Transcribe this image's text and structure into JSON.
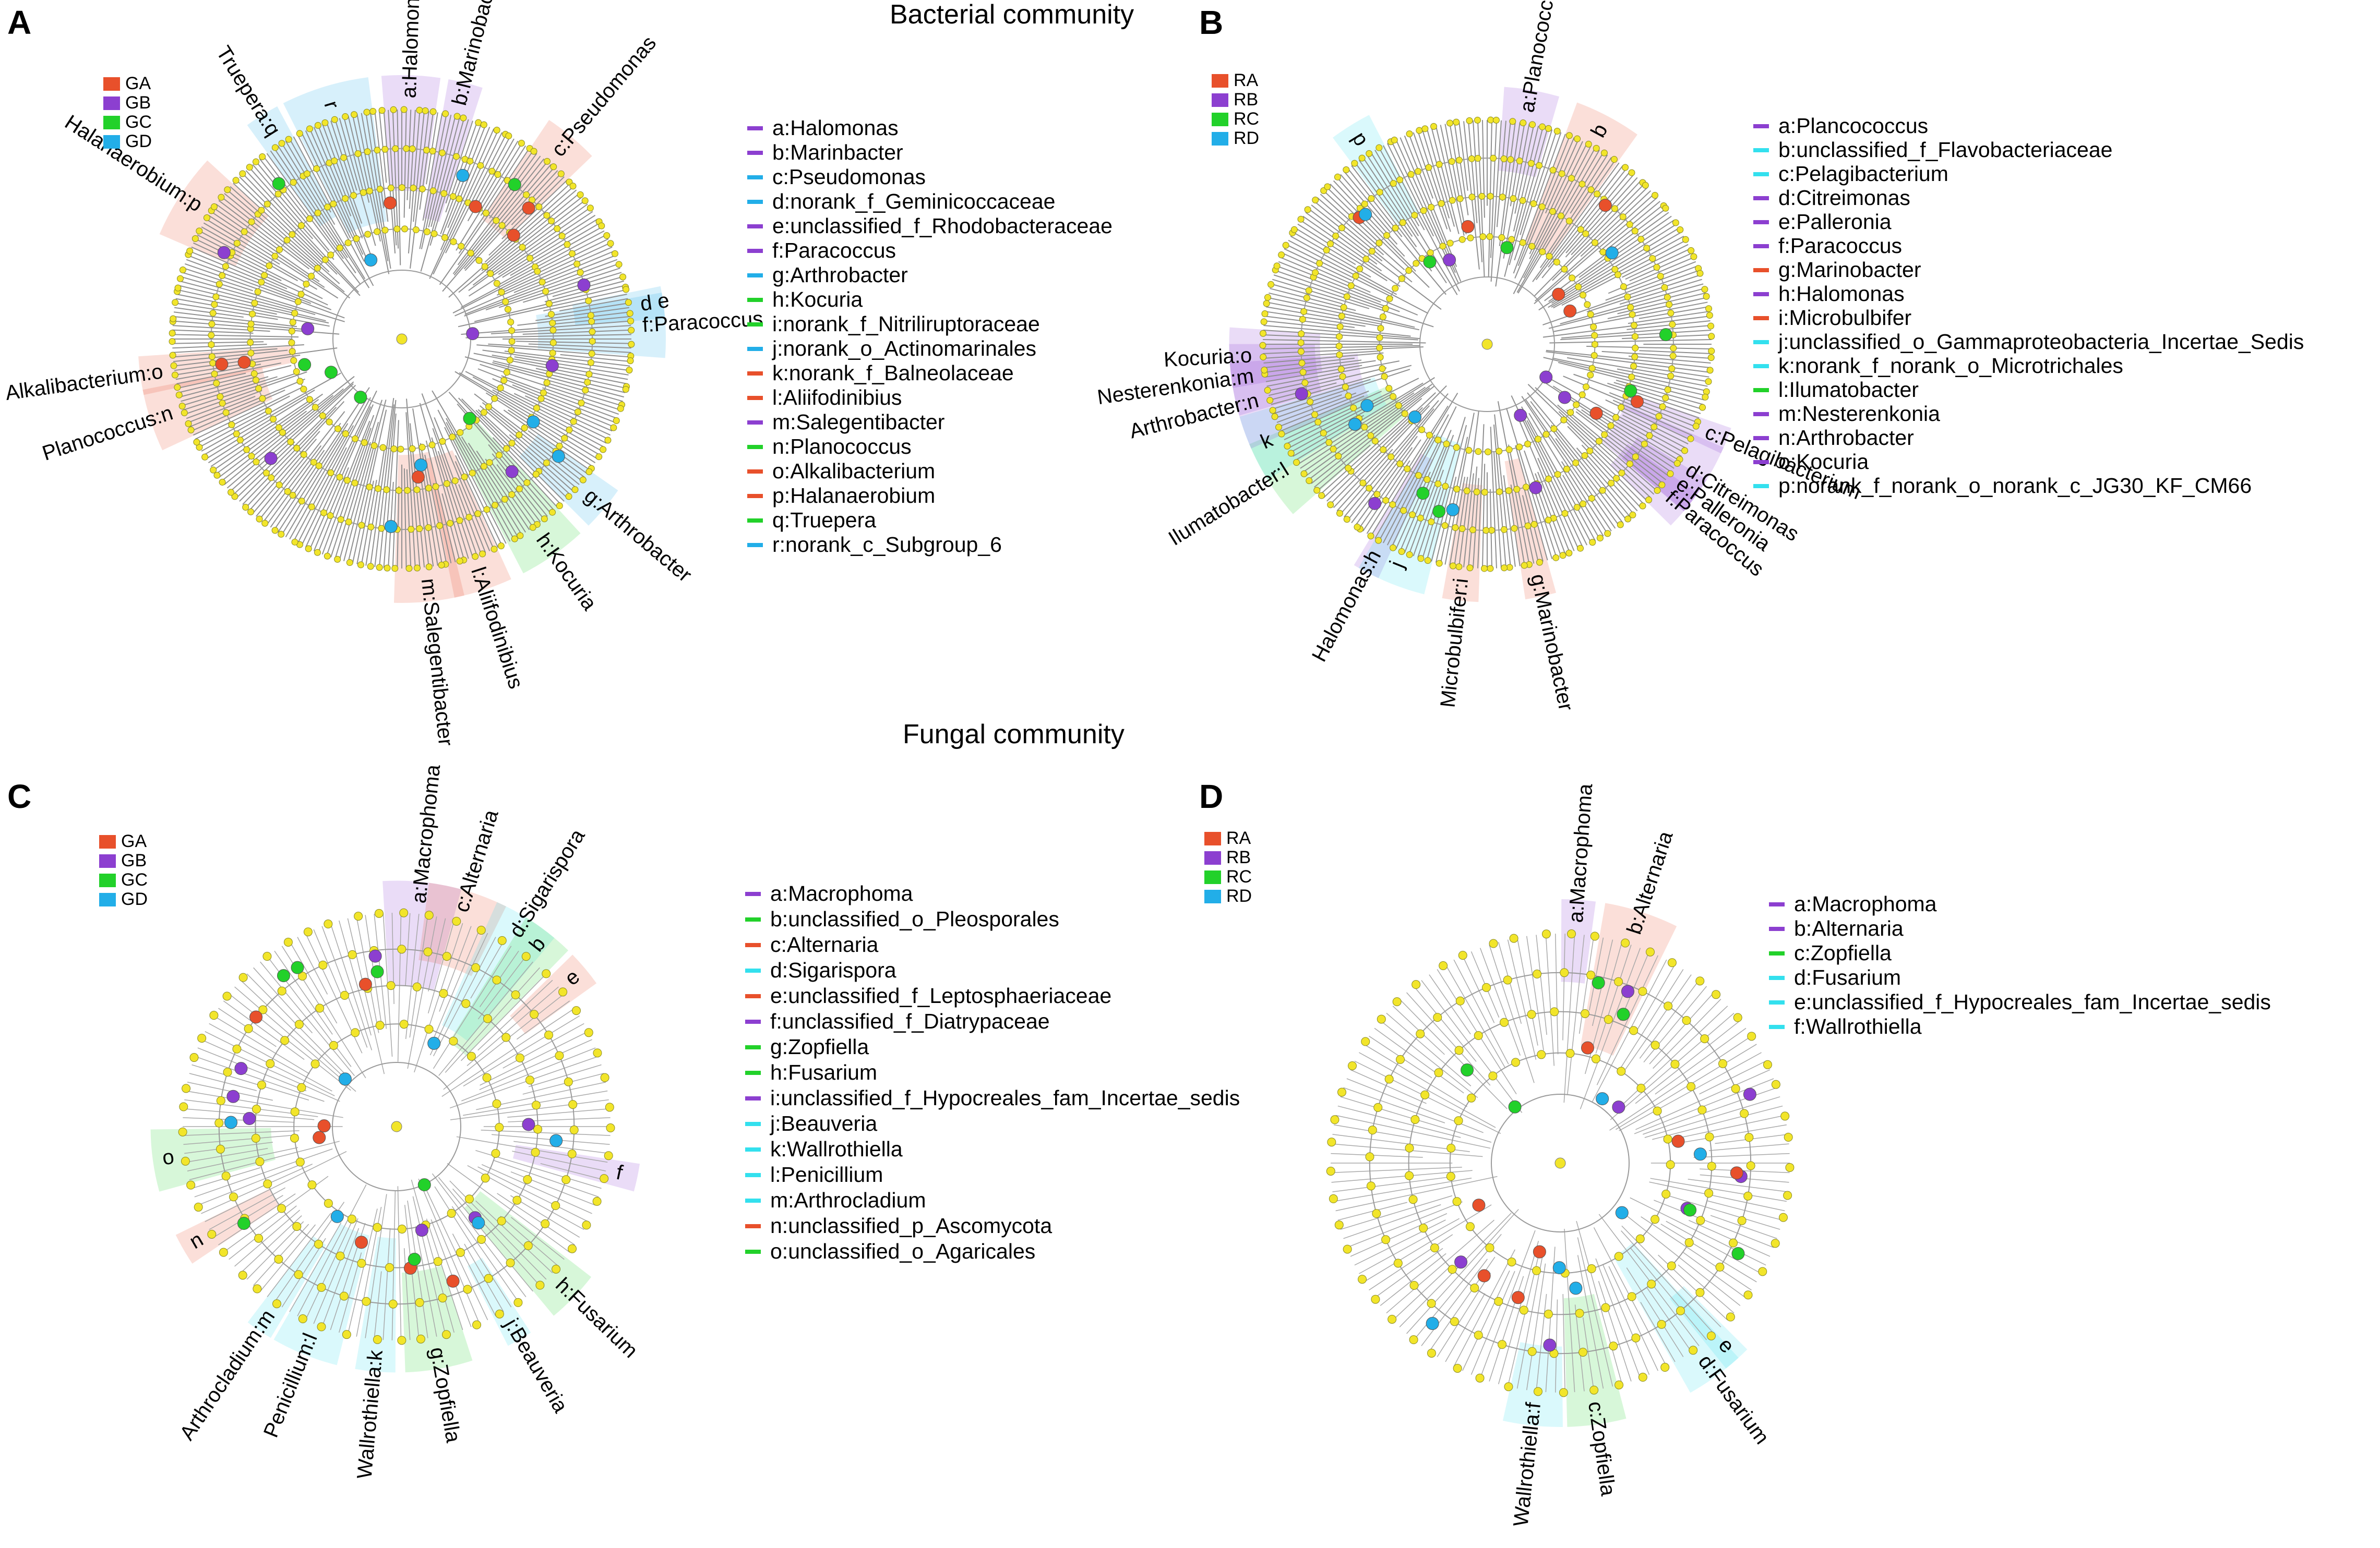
{
  "titles": {
    "bacterial": "Bacterial community",
    "fungal": "Fungal community"
  },
  "panels": [
    {
      "letter": "A",
      "groups": [
        "GA",
        "GB",
        "GC",
        "GD"
      ],
      "group_colors": [
        "#e8502b",
        "#8c3fd0",
        "#22d12a",
        "#22aee8"
      ],
      "keys": [
        {
          "label": "a:Halomonas",
          "color": "#8c3fd0"
        },
        {
          "label": "b:Marinbacter",
          "color": "#8c3fd0"
        },
        {
          "label": "c:Pseudomonas",
          "color": "#22aee8"
        },
        {
          "label": "d:norank_f_Geminicoccaceae",
          "color": "#22aee8"
        },
        {
          "label": "e:unclassified_f_Rhodobacteraceae",
          "color": "#8c3fd0"
        },
        {
          "label": "f:Paracoccus",
          "color": "#8c3fd0"
        },
        {
          "label": "g:Arthrobacter",
          "color": "#22aee8"
        },
        {
          "label": "h:Kocuria",
          "color": "#22d12a"
        },
        {
          "label": "i:norank_f_Nitriliruptoraceae",
          "color": "#22d12a"
        },
        {
          "label": "j:norank_o_Actinomarinales",
          "color": "#22aee8"
        },
        {
          "label": "k:norank_f_Balneolaceae",
          "color": "#e8502b"
        },
        {
          "label": "l:Aliifodinibius",
          "color": "#e8502b"
        },
        {
          "label": "m:Salegentibacter",
          "color": "#8c3fd0"
        },
        {
          "label": "n:Planococcus",
          "color": "#22d12a"
        },
        {
          "label": "o:Alkalibacterium",
          "color": "#e8502b"
        },
        {
          "label": "p:Halanaerobium",
          "color": "#e8502b"
        },
        {
          "label": "q:Truepera",
          "color": "#22d12a"
        },
        {
          "label": "r:norank_c_Subgroup_6",
          "color": "#22aee8"
        }
      ],
      "ring_labels": [
        {
          "text": "a:Halomonas",
          "angle": -88,
          "color": "#8c3fd0"
        },
        {
          "text": "b:Marinobacter",
          "angle": -76,
          "color": "#8c3fd0"
        },
        {
          "text": "c:Pseudomonas",
          "angle": -50,
          "color": "#e8502b"
        },
        {
          "text": "d e",
          "angle": -8,
          "color": "#22aee8"
        },
        {
          "text": "f:Paracoccus",
          "angle": -3,
          "color": "#22aee8"
        },
        {
          "text": "g:Arthrobacter",
          "angle": 40,
          "color": "#22aee8"
        },
        {
          "text": "h:Kocuria",
          "angle": 55,
          "color": "#22d12a"
        },
        {
          "text": "l:Aliifodinibius",
          "angle": 72,
          "color": "#e8502b"
        },
        {
          "text": "m:Salegentibacter",
          "angle": 84,
          "color": "#e8502b"
        },
        {
          "text": "Planococcus:n",
          "angle": 162,
          "color": "#e8502b"
        },
        {
          "text": "Alkalibacterium:o",
          "angle": 172,
          "color": "#e8502b"
        },
        {
          "text": "Halanaerobium:p",
          "angle": 213,
          "color": "#e8502b"
        },
        {
          "text": "Truepera:q",
          "angle": 238,
          "color": "#22aee8"
        },
        {
          "text": "r",
          "angle": 253,
          "color": "#22aee8"
        }
      ]
    },
    {
      "letter": "B",
      "groups": [
        "RA",
        "RB",
        "RC",
        "RD"
      ],
      "group_colors": [
        "#e8502b",
        "#8c3fd0",
        "#22d12a",
        "#22aee8"
      ],
      "keys": [
        {
          "label": "a:Plancococcus",
          "color": "#8c3fd0"
        },
        {
          "label": "b:unclassified_f_Flavobacteriaceae",
          "color": "#33e0ee"
        },
        {
          "label": "c:Pelagibacterium",
          "color": "#33e0ee"
        },
        {
          "label": "d:Citreimonas",
          "color": "#8c3fd0"
        },
        {
          "label": "e:Palleronia",
          "color": "#8c3fd0"
        },
        {
          "label": "f:Paracoccus",
          "color": "#8c3fd0"
        },
        {
          "label": "g:Marinobacter",
          "color": "#e8502b"
        },
        {
          "label": "h:Halomonas",
          "color": "#8c3fd0"
        },
        {
          "label": "i:Microbulbifer",
          "color": "#e8502b"
        },
        {
          "label": "j:unclassified_o_Gammaproteobacteria_Incertae_Sedis",
          "color": "#33e0ee"
        },
        {
          "label": "k:norank_f_norank_o_Microtrichales",
          "color": "#33e0ee"
        },
        {
          "label": "l:Ilumatobacter",
          "color": "#22d12a"
        },
        {
          "label": "m:Nesterenkonia",
          "color": "#8c3fd0"
        },
        {
          "label": "n:Arthrobacter",
          "color": "#8c3fd0"
        },
        {
          "label": "o:Kocuria",
          "color": "#8c3fd0"
        },
        {
          "label": "p:norank_f_norank_o_norank_c_JG30_KF_CM66",
          "color": "#33e0ee"
        }
      ],
      "ring_labels": [
        {
          "text": "a:Planococcus",
          "angle": -80,
          "color": "#8c3fd0"
        },
        {
          "text": "b",
          "angle": -62,
          "color": "#e8502b"
        },
        {
          "text": "c:Pelagibacterium",
          "angle": 22,
          "color": "#8c3fd0"
        },
        {
          "text": "d:Citreimonas",
          "angle": 32,
          "color": "#8c3fd0"
        },
        {
          "text": "e:Palleronia",
          "angle": 36,
          "color": "#8c3fd0"
        },
        {
          "text": "f:Paracoccus",
          "angle": 40,
          "color": "#8c3fd0"
        },
        {
          "text": "g:Marinobacter",
          "angle": 78,
          "color": "#e8502b"
        },
        {
          "text": "Microbulbifer:i",
          "angle": 96,
          "color": "#e8502b"
        },
        {
          "text": "Halomonas:h",
          "angle": 118,
          "color": "#8c3fd0"
        },
        {
          "text": "j",
          "angle": 112,
          "color": "#33e0ee"
        },
        {
          "text": "Ilumatobacter:l",
          "angle": 148,
          "color": "#22d12a"
        },
        {
          "text": "k",
          "angle": 156,
          "color": "#33e0ee"
        },
        {
          "text": "Arthrobacter:n",
          "angle": 166,
          "color": "#8c3fd0"
        },
        {
          "text": "Nesterenkonia:m",
          "angle": 172,
          "color": "#8c3fd0"
        },
        {
          "text": "Kocuria:o",
          "angle": 177,
          "color": "#8c3fd0"
        },
        {
          "text": "p",
          "angle": 238,
          "color": "#33e0ee"
        }
      ]
    },
    {
      "letter": "C",
      "groups": [
        "GA",
        "GB",
        "GC",
        "GD"
      ],
      "group_colors": [
        "#e8502b",
        "#8c3fd0",
        "#22d12a",
        "#22aee8"
      ],
      "keys": [
        {
          "label": "a:Macrophoma",
          "color": "#8c3fd0"
        },
        {
          "label": "b:unclassified_o_Pleosporales",
          "color": "#22d12a"
        },
        {
          "label": "c:Alternaria",
          "color": "#e8502b"
        },
        {
          "label": "d:Sigarispora",
          "color": "#33e0ee"
        },
        {
          "label": "e:unclassified_f_Leptosphaeriaceae",
          "color": "#e8502b"
        },
        {
          "label": "f:unclassified_f_Diatrypaceae",
          "color": "#8c3fd0"
        },
        {
          "label": "g:Zopfiella",
          "color": "#22d12a"
        },
        {
          "label": "h:Fusarium",
          "color": "#22d12a"
        },
        {
          "label": "i:unclassified_f_Hypocreales_fam_Incertae_sedis",
          "color": "#8c3fd0"
        },
        {
          "label": "j:Beauveria",
          "color": "#33e0ee"
        },
        {
          "label": "k:Wallrothiella",
          "color": "#33e0ee"
        },
        {
          "label": "l:Penicillium",
          "color": "#33e0ee"
        },
        {
          "label": "m:Arthrocladium",
          "color": "#33e0ee"
        },
        {
          "label": "n:unclassified_p_Ascomycota",
          "color": "#e8502b"
        },
        {
          "label": "o:unclassified_o_Agaricales",
          "color": "#22d12a"
        }
      ],
      "ring_labels": [
        {
          "text": "a:Macrophoma",
          "angle": -84,
          "color": "#8c3fd0"
        },
        {
          "text": "c:Alternaria",
          "angle": -73,
          "color": "#e8502b"
        },
        {
          "text": "d:Sigarispora",
          "angle": -58,
          "color": "#33e0ee"
        },
        {
          "text": "b",
          "angle": -52,
          "color": "#22d12a"
        },
        {
          "text": "e",
          "angle": -40,
          "color": "#e8502b"
        },
        {
          "text": "f",
          "angle": 12,
          "color": "#8c3fd0"
        },
        {
          "text": "h:Fusarium",
          "angle": 44,
          "color": "#22d12a"
        },
        {
          "text": "j:Beauveria",
          "angle": 60,
          "color": "#33e0ee"
        },
        {
          "text": "g:Zopfiella",
          "angle": 80,
          "color": "#22d12a"
        },
        {
          "text": "Wallrothiella:k",
          "angle": 95,
          "color": "#33e0ee"
        },
        {
          "text": "Penicillium:l",
          "angle": 112,
          "color": "#33e0ee"
        },
        {
          "text": "Arthrocladium:m",
          "angle": 124,
          "color": "#33e0ee"
        },
        {
          "text": "n",
          "angle": 150,
          "color": "#e8502b"
        },
        {
          "text": "o",
          "angle": 172,
          "color": "#22d12a"
        }
      ]
    },
    {
      "letter": "D",
      "groups": [
        "RA",
        "RB",
        "RC",
        "RD"
      ],
      "group_colors": [
        "#e8502b",
        "#8c3fd0",
        "#22d12a",
        "#22aee8"
      ],
      "keys": [
        {
          "label": "a:Macrophoma",
          "color": "#8c3fd0"
        },
        {
          "label": "b:Alternaria",
          "color": "#8c3fd0"
        },
        {
          "label": "c:Zopfiella",
          "color": "#22d12a"
        },
        {
          "label": "d:Fusarium",
          "color": "#33e0ee"
        },
        {
          "label": "e:unclassified_f_Hypocreales_fam_Incertae_sedis",
          "color": "#33e0ee"
        },
        {
          "label": "f:Wallrothiella",
          "color": "#33e0ee"
        }
      ],
      "ring_labels": [
        {
          "text": "a:Macrophoma",
          "angle": -86,
          "color": "#8c3fd0"
        },
        {
          "text": "b:Alternaria",
          "angle": -72,
          "color": "#e8502b"
        },
        {
          "text": "e",
          "angle": 48,
          "color": "#33e0ee"
        },
        {
          "text": "d:Fusarium",
          "angle": 54,
          "color": "#33e0ee"
        },
        {
          "text": "c:Zopfiella",
          "angle": 82,
          "color": "#22d12a"
        },
        {
          "text": "Wallrothiella:f",
          "angle": 96,
          "color": "#33e0ee"
        }
      ]
    }
  ]
}
